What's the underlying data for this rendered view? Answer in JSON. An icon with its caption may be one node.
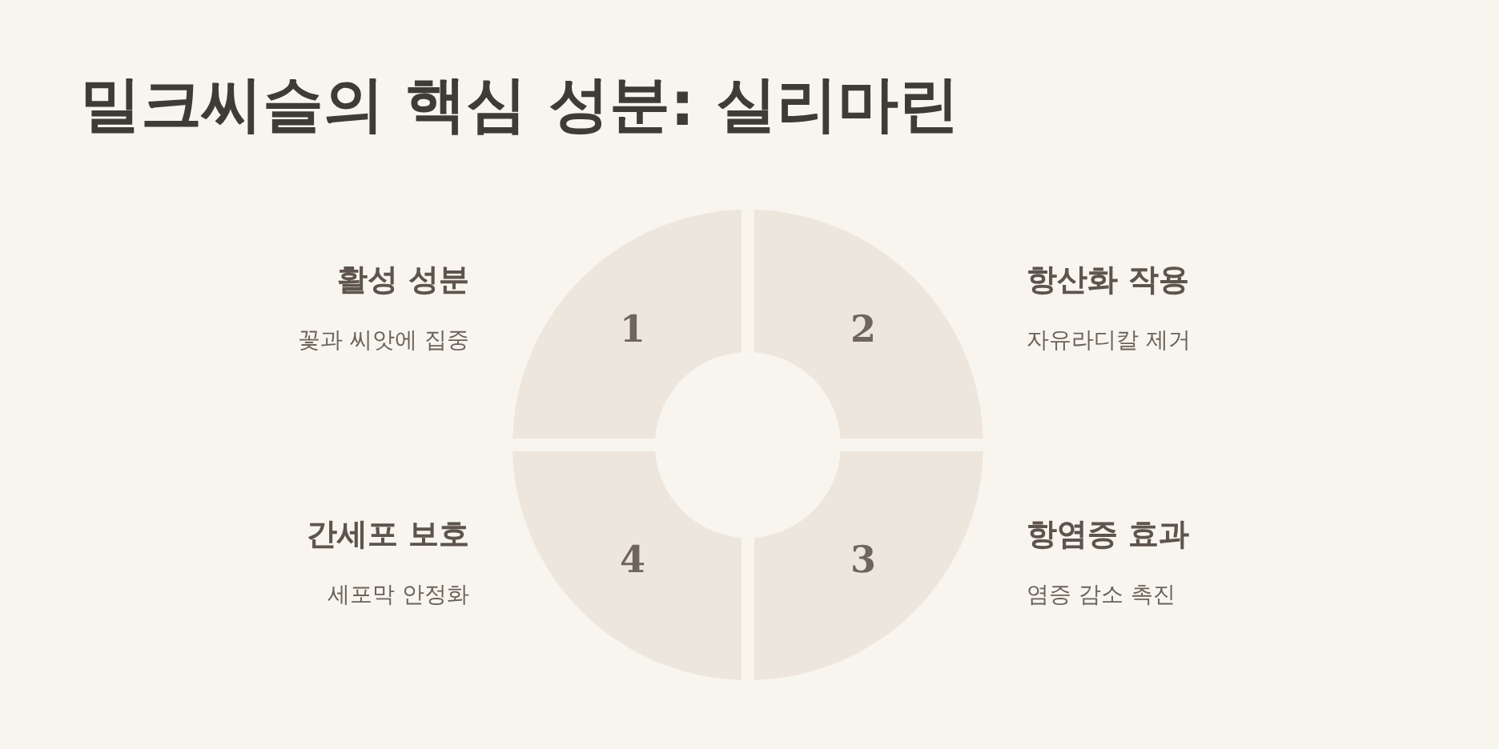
{
  "diagram": {
    "title": "밀크씨슬의 핵심 성분: 실리마린",
    "nodes": [
      {
        "text": [
          "1"
        ],
        "beside": [
          "활성 성분",
          "꽃과 씨앗에 집중"
        ]
      },
      {
        "text": [
          "2"
        ],
        "beside": [
          "항산화 작용",
          "자유라디칼 제거"
        ]
      },
      {
        "text": [
          "3"
        ],
        "beside": [
          "항염증 효과",
          "염증 감소 촉진"
        ]
      },
      {
        "text": [
          "4"
        ],
        "beside": [
          "간세포 보호",
          "세포막 안정화"
        ]
      }
    ]
  }
}
